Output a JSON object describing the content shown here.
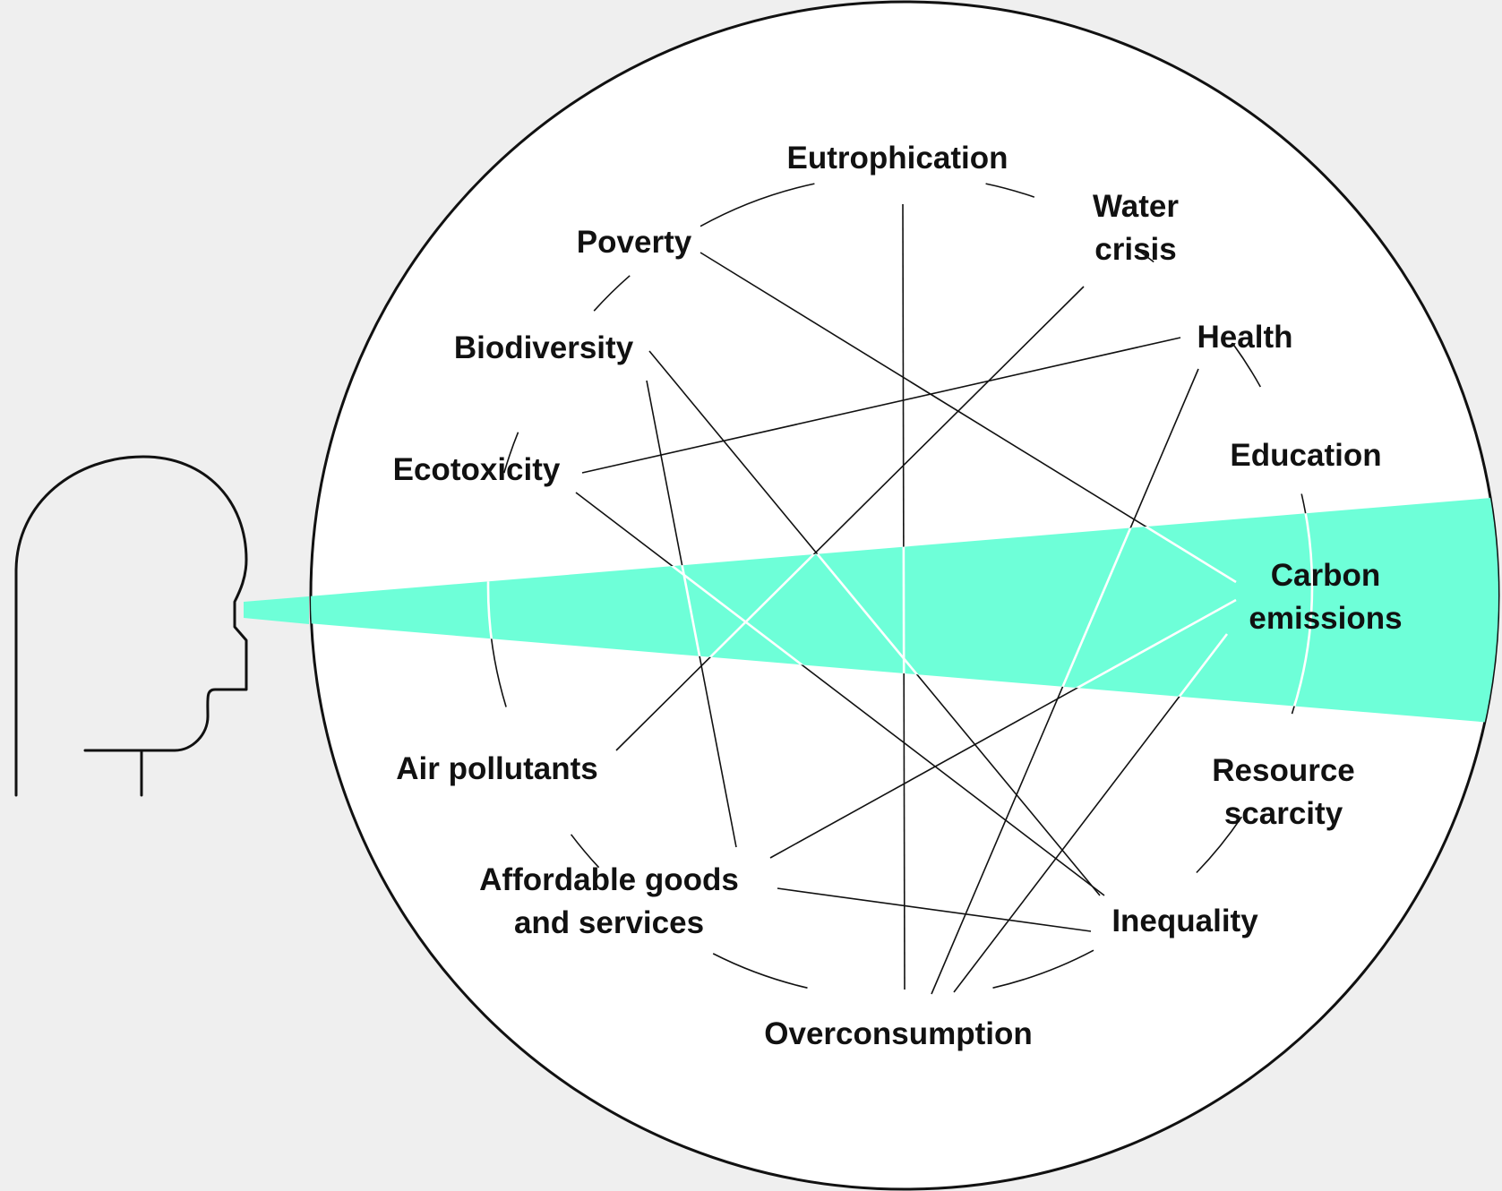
{
  "topics": [
    {
      "id": "eutrophication",
      "lines": [
        "Eutrophication"
      ]
    },
    {
      "id": "water",
      "lines": [
        "Water",
        "crisis"
      ]
    },
    {
      "id": "health",
      "lines": [
        "Health"
      ]
    },
    {
      "id": "education",
      "lines": [
        "Education"
      ]
    },
    {
      "id": "carbon",
      "lines": [
        "Carbon",
        "emissions"
      ]
    },
    {
      "id": "resource",
      "lines": [
        "Resource",
        "scarcity"
      ]
    },
    {
      "id": "inequality",
      "lines": [
        "Inequality"
      ]
    },
    {
      "id": "overconsumption",
      "lines": [
        "Overconsumption"
      ]
    },
    {
      "id": "affordable",
      "lines": [
        "Affordable goods",
        "and services"
      ]
    },
    {
      "id": "air",
      "lines": [
        "Air pollutants"
      ]
    },
    {
      "id": "ecotoxicity",
      "lines": [
        "Ecotoxicity"
      ]
    },
    {
      "id": "biodiversity",
      "lines": [
        "Biodiversity"
      ]
    },
    {
      "id": "poverty",
      "lines": [
        "Poverty"
      ]
    }
  ],
  "links": [
    [
      "eutrophication",
      "overconsumption"
    ],
    [
      "poverty",
      "carbon"
    ],
    [
      "water",
      "air"
    ],
    [
      "health",
      "ecotoxicity"
    ],
    [
      "health",
      "overconsumption"
    ],
    [
      "biodiversity",
      "inequality"
    ],
    [
      "biodiversity",
      "affordable"
    ],
    [
      "ecotoxicity",
      "inequality"
    ],
    [
      "carbon",
      "affordable"
    ],
    [
      "carbon",
      "overconsumption"
    ],
    [
      "affordable",
      "inequality"
    ]
  ],
  "focus_topic": "carbon",
  "colors": {
    "background": "#efefef",
    "circle_fill": "#ffffff",
    "outline": "#111111",
    "highlight": "#6effd8",
    "text": "#111111"
  },
  "icons": {
    "viewer": "human-head-profile-icon"
  }
}
